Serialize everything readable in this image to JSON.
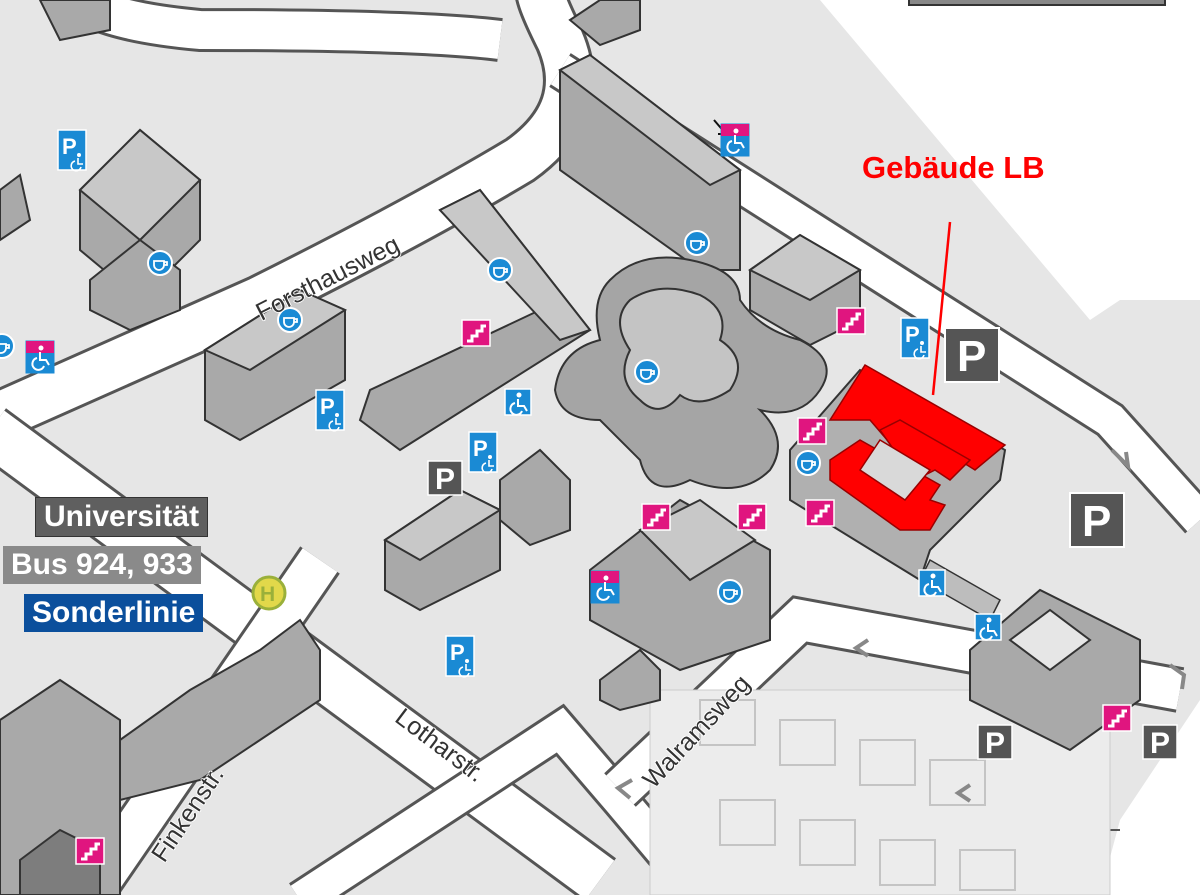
{
  "map": {
    "highlight_label": "Gebäude LB",
    "highlight_color": "#ff0000",
    "bus_stop": {
      "name": "Universität",
      "lines": "Bus 924, 933",
      "special": "Sonderlinie",
      "icon": "H",
      "name_bg": "#5f5f5f",
      "lines_bg": "#8a8a8a",
      "special_bg": "#0b4f9c"
    },
    "streets": {
      "forsthausweg": "Forsthausweg",
      "lotharstr": "Lotharstr.",
      "walramsweg": "Walramsweg",
      "finkenstr": "Finkenstr."
    },
    "legend_icons": {
      "parking": "P",
      "accessible_parking": "P",
      "wheelchair": "wheelchair-icon",
      "stairs": "stairs-icon",
      "cafeteria": "cafeteria-icon"
    },
    "colors": {
      "accessible_blue": "#1a8ad4",
      "stairs_pink": "#e0157f",
      "parking_grey": "#555555"
    }
  }
}
